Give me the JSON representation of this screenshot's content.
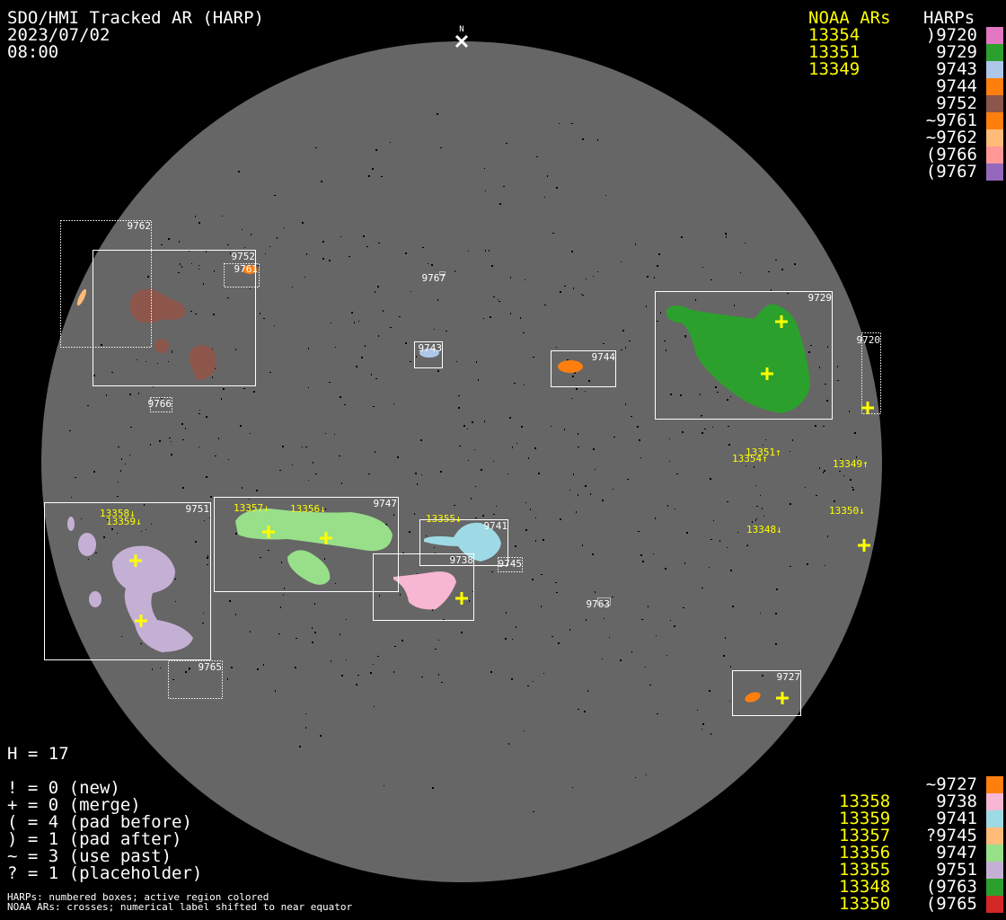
{
  "header": {
    "title": "SDO/HMI Tracked AR (HARP)",
    "date": "2023/07/02",
    "time": "08:00"
  },
  "north_label": "N",
  "legend_top": {
    "noaa_header": "NOAA ARs",
    "harp_header": "HARPs",
    "noaa": [
      "13354",
      "13351",
      "13349"
    ],
    "harps": [
      {
        "label": ")9720",
        "color": "#e377c2"
      },
      {
        "label": "9729",
        "color": "#2ca02c"
      },
      {
        "label": "9743",
        "color": "#aec7e8"
      },
      {
        "label": "9744",
        "color": "#ff7f0e"
      },
      {
        "label": "9752",
        "color": "#8c564b"
      },
      {
        "label": "~9761",
        "color": "#ff7f0e"
      },
      {
        "label": "~9762",
        "color": "#ffbb78"
      },
      {
        "label": "(9766",
        "color": "#ff9896"
      },
      {
        "label": "(9767",
        "color": "#9467bd"
      }
    ]
  },
  "legend_bottom": {
    "rows": [
      {
        "noaa": "",
        "harp": "~9727",
        "color": "#ff7f0e"
      },
      {
        "noaa": "13358",
        "harp": "9738",
        "color": "#f7b6d2"
      },
      {
        "noaa": "13359",
        "harp": "9741",
        "color": "#9edae5"
      },
      {
        "noaa": "13357",
        "harp": "?9745",
        "color": "#ffbb78"
      },
      {
        "noaa": "13356",
        "harp": "9747",
        "color": "#98df8a"
      },
      {
        "noaa": "13355",
        "harp": "9751",
        "color": "#c5b0d5"
      },
      {
        "noaa": "13348",
        "harp": "(9763",
        "color": "#2ca02c"
      },
      {
        "noaa": "13350",
        "harp": "(9765",
        "color": "#d62728"
      }
    ]
  },
  "stats": {
    "h_count": "H = 17",
    "lines": [
      "! = 0 (new)",
      "+ = 0 (merge)",
      "( = 4 (pad before)",
      ") = 1 (pad after)",
      "~ = 3 (use past)",
      "? = 1 (placeholder)"
    ],
    "note1": "HARPs: numbered boxes; active region colored",
    "note2": "NOAA ARs: crosses; numerical label shifted to near equator"
  },
  "disk": {
    "harp_labels": {
      "h9762": "9762",
      "h9752": "9752",
      "h9761": "9761",
      "h9766": "9766",
      "h9767": "9767",
      "h9743": "9743",
      "h9744": "9744",
      "h9729": "9729",
      "h9720": "9720",
      "h9751": "9751",
      "h9747": "9747",
      "h9741": "9741",
      "h9738": "9738",
      "h9745": "9745",
      "h9763": "9763",
      "h9765": "9765",
      "h9727": "9727"
    },
    "noaa_labels": {
      "n13358": "13358↓",
      "n13359": "13359↓",
      "n13357": "13357↓",
      "n13356": "13356↓",
      "n13355": "13355↓",
      "n13351": "13351↑",
      "n13354": "13354↑",
      "n13349": "13349↑",
      "n13350": "13350↓",
      "n13348": "13348↓"
    }
  },
  "colors": {
    "disk": "#666666",
    "noaa": "#ffff00",
    "background": "#000000"
  }
}
